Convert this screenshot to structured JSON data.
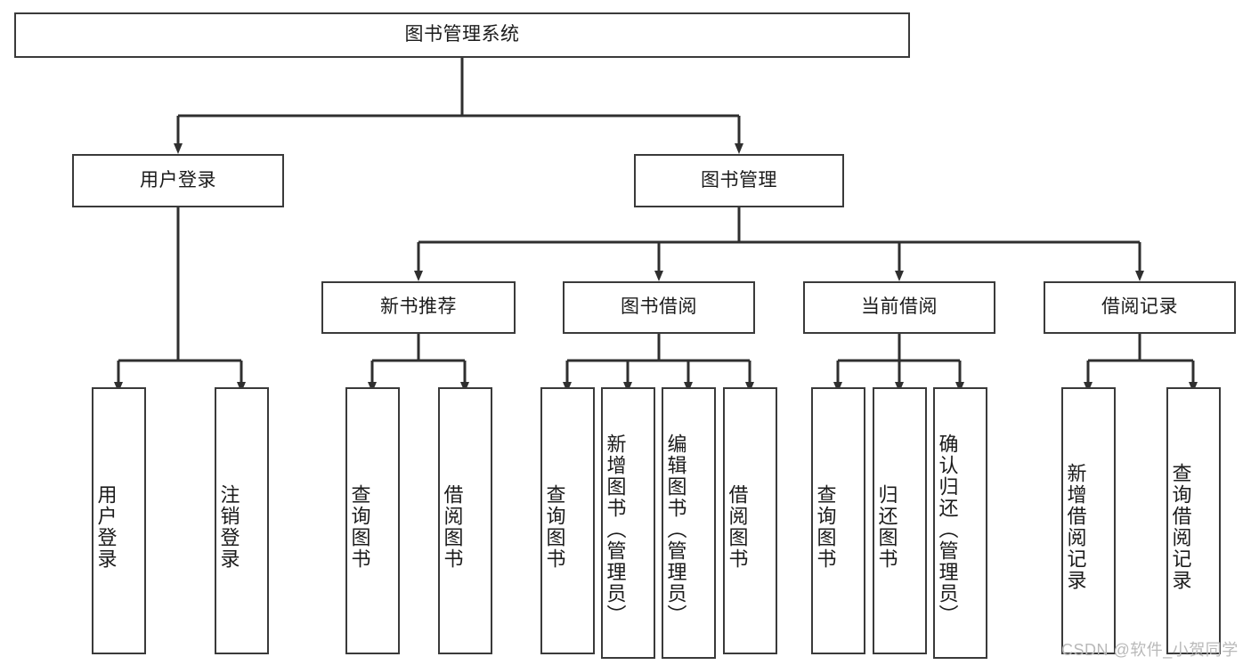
{
  "diagram": {
    "title": "图书管理系统",
    "type": "tree",
    "style": {
      "box_border_color": "#3a3a3a",
      "box_fill_color": "#ffffff",
      "line_color": "#2f2f2f",
      "text_color": "#1b1b1b",
      "background": "#ffffff"
    },
    "levels": {
      "level1": "root",
      "level2": "modules",
      "level3": "sub-modules",
      "level4": "functions"
    }
  },
  "nodes": {
    "root": {
      "label": "图书管理系统"
    },
    "user_login": {
      "label": "用户登录"
    },
    "book_manage": {
      "label": "图书管理"
    },
    "new_book_rec": {
      "label": "新书推荐"
    },
    "book_borrow": {
      "label": "图书借阅"
    },
    "current_borrow": {
      "label": "当前借阅"
    },
    "borrow_record": {
      "label": "借阅记录"
    },
    "leaf_user_login": {
      "label": "用户登录"
    },
    "leaf_logout": {
      "label": "注销登录"
    },
    "leaf_query_book_1": {
      "label": "查询图书"
    },
    "leaf_borrow_book_1": {
      "label": "借阅图书"
    },
    "leaf_query_book_2": {
      "label": "查询图书"
    },
    "leaf_add_book": {
      "label": "新增图书（管理员）"
    },
    "leaf_edit_book": {
      "label": "编辑图书（管理员）"
    },
    "leaf_borrow_book_2": {
      "label": "借阅图书"
    },
    "leaf_query_book_3": {
      "label": "查询图书"
    },
    "leaf_return_book": {
      "label": "归还图书"
    },
    "leaf_confirm_return": {
      "label": "确认归还（管理员）"
    },
    "leaf_add_record": {
      "label": "新增借阅记录"
    },
    "leaf_query_record": {
      "label": "查询借阅记录"
    }
  },
  "edges": [
    {
      "from": "root",
      "to": "user_login"
    },
    {
      "from": "root",
      "to": "book_manage"
    },
    {
      "from": "user_login",
      "to": "leaf_user_login"
    },
    {
      "from": "user_login",
      "to": "leaf_logout"
    },
    {
      "from": "book_manage",
      "to": "new_book_rec"
    },
    {
      "from": "book_manage",
      "to": "book_borrow"
    },
    {
      "from": "book_manage",
      "to": "current_borrow"
    },
    {
      "from": "book_manage",
      "to": "borrow_record"
    },
    {
      "from": "new_book_rec",
      "to": "leaf_query_book_1"
    },
    {
      "from": "new_book_rec",
      "to": "leaf_borrow_book_1"
    },
    {
      "from": "book_borrow",
      "to": "leaf_query_book_2"
    },
    {
      "from": "book_borrow",
      "to": "leaf_add_book"
    },
    {
      "from": "book_borrow",
      "to": "leaf_edit_book"
    },
    {
      "from": "book_borrow",
      "to": "leaf_borrow_book_2"
    },
    {
      "from": "current_borrow",
      "to": "leaf_query_book_3"
    },
    {
      "from": "current_borrow",
      "to": "leaf_return_book"
    },
    {
      "from": "current_borrow",
      "to": "leaf_confirm_return"
    },
    {
      "from": "borrow_record",
      "to": "leaf_add_record"
    },
    {
      "from": "borrow_record",
      "to": "leaf_query_record"
    }
  ],
  "watermark": {
    "text": "CSDN @软件_小贺同学"
  }
}
